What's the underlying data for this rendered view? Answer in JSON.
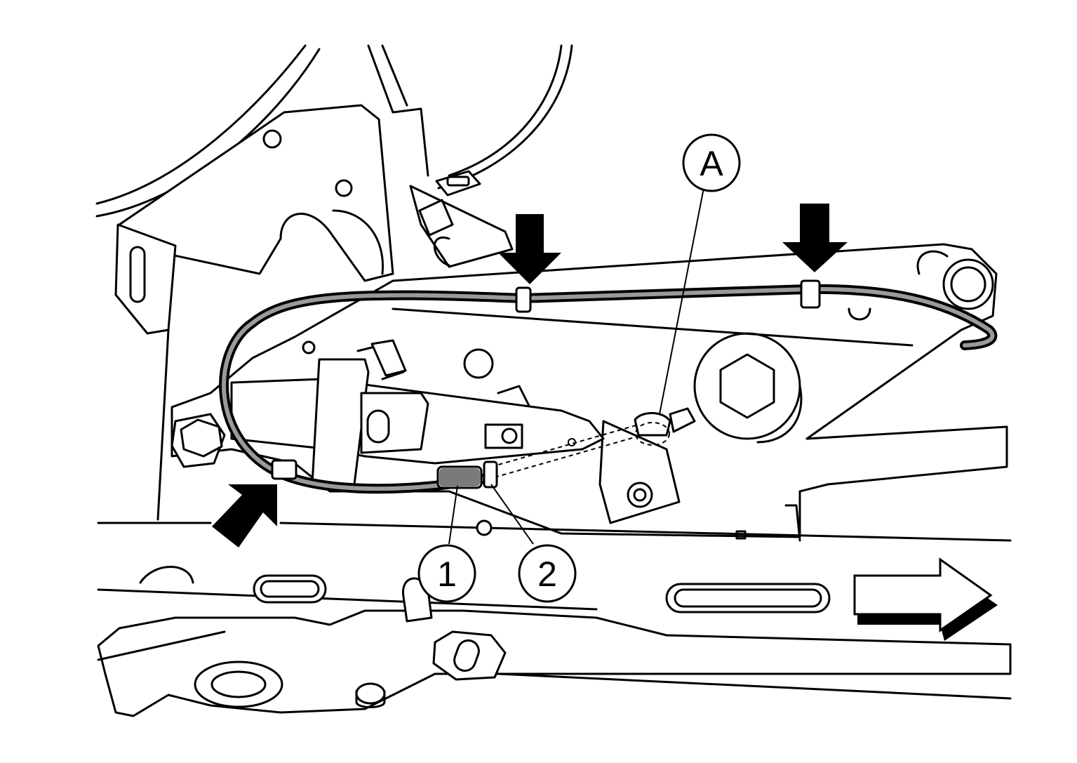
{
  "callouts": [
    {
      "id": "callout-a",
      "label": "A"
    },
    {
      "id": "callout-1",
      "label": "1"
    },
    {
      "id": "callout-2",
      "label": "2"
    }
  ],
  "colors": {
    "line": "#000000",
    "background": "#ffffff",
    "cable_core": "#9a9a9a"
  },
  "icons": [
    "clip-arrow-icon",
    "direction-arrow-icon"
  ]
}
